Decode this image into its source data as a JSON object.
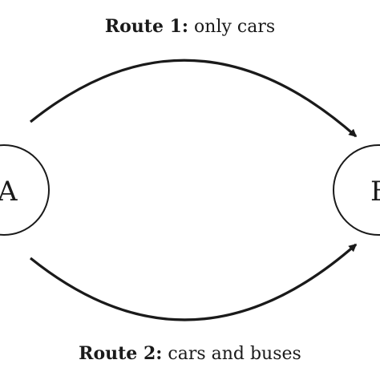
{
  "routes": [
    {
      "title": "Route 1:",
      "description": "only cars"
    },
    {
      "title": "Route 2:",
      "description": "cars and buses"
    }
  ],
  "nodes": [
    {
      "label": "A"
    },
    {
      "label": "B"
    }
  ],
  "colors": {
    "stroke": "#1a1a1a",
    "background": "#ffffff"
  }
}
